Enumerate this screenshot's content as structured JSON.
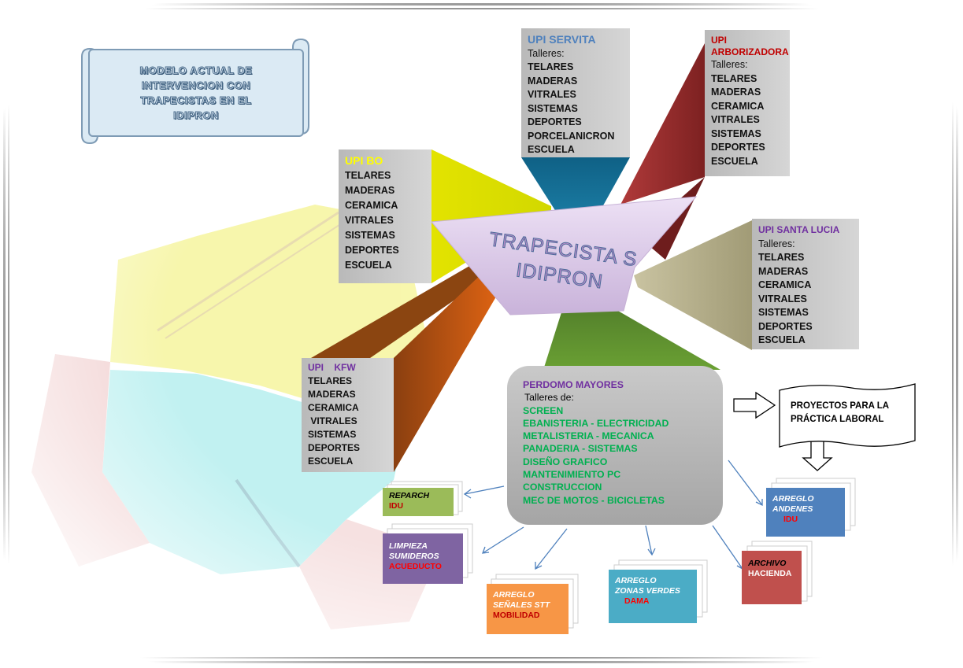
{
  "title": "MODELO ACTUAL DE INTERVENCION CON TRAPECISTAS EN EL IDIPRON",
  "title_lines": [
    "MODELO ACTUAL DE",
    "INTERVENCION  CON",
    "TRAPECISTAS EN EL",
    "IDIPRON"
  ],
  "center": {
    "line1": "TRAPECISTA S",
    "line2": "IDIPRON"
  },
  "upi_servita": {
    "title": "UPI  SERVITA",
    "sub": "Talleres:",
    "items": [
      "TELARES",
      "MADERAS",
      "VITRALES",
      "SISTEMAS",
      "DEPORTES",
      "PORCELANICRON",
      "ESCUELA"
    ],
    "title_color": "#4f81bd"
  },
  "upi_arborizadora": {
    "title1": "UPI",
    "title2": "ARBORIZADORA",
    "sub": "Talleres:",
    "items": [
      "TELARES",
      "MADERAS",
      "CERAMICA",
      "VITRALES",
      "SISTEMAS",
      "DEPORTES",
      "ESCUELA"
    ],
    "title_color": "#c00000"
  },
  "upi_bo": {
    "title": "UPI BO",
    "items": [
      "TELARES",
      "MADERAS",
      "CERAMICA",
      "VITRALES",
      "SISTEMAS",
      "DEPORTES",
      "ESCUELA"
    ],
    "title_color": "#ffff00"
  },
  "upi_santa_lucia": {
    "title": "UPI SANTA LUCIA",
    "sub": "Talleres:",
    "items": [
      "TELARES",
      "MADERAS",
      "CERAMICA",
      "VITRALES",
      "SISTEMAS",
      "DEPORTES",
      "ESCUELA"
    ],
    "title_color": "#7030a0"
  },
  "upi_kfw": {
    "title": "UPI    KFW",
    "items": [
      "TELARES",
      "MADERAS",
      "CERAMICA",
      " VITRALES",
      "SISTEMAS",
      "DEPORTES",
      "ESCUELA"
    ],
    "title_color": "#7030a0"
  },
  "perdomo": {
    "title": "PERDOMO MAYORES",
    "sub": "Talleres de:",
    "items": [
      "SCREEN",
      "EBANISTERIA  - ELECTRICIDAD",
      "METALISTERIA  - MECANICA",
      "PANADERIA - SISTEMAS",
      "DISEÑO GRAFICO",
      "MANTENIMIENTO PC",
      "CONSTRUCCION",
      "MEC DE MOTOS - BICICLETAS"
    ],
    "title_color": "#7030a0",
    "items_color": "#00b050"
  },
  "proyectos": {
    "line1": "PROYECTOS PARA LA",
    "line2": "PRÁCTICA LABORAL"
  },
  "sheets": {
    "reparch": {
      "l1": "REPARCH",
      "l2": "IDU"
    },
    "limpieza": {
      "l1": "LIMPIEZA",
      "l2": "SUMIDEROS",
      "l3": "ACUEDUCTO"
    },
    "senales": {
      "l1": "ARREGLO",
      "l2": "SEÑALES STT",
      "l3": "MOBILIDAD"
    },
    "zonas": {
      "l1": "ARREGLO",
      "l2": "ZONAS VERDES",
      "l3": "DAMA"
    },
    "archivo": {
      "l1": "ARCHIVO",
      "l2": "HACIENDA"
    },
    "andenes": {
      "l1": "ARREGLO",
      "l2": "ANDENES",
      "l3": "IDU"
    }
  }
}
